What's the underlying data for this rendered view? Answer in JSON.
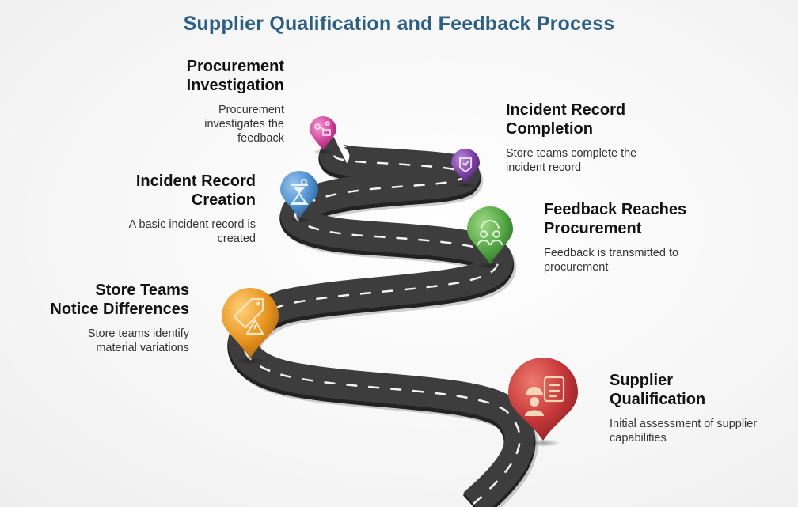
{
  "title": "Supplier Qualification and Feedback Process",
  "colors": {
    "title": "#2c5f86",
    "road": "#3b3b3b",
    "pin_red": "#c7383a",
    "pin_orange": "#e9951f",
    "pin_green": "#55a845",
    "pin_blue": "#4d8fcf",
    "pin_purple": "#7a3fa6",
    "pin_pink": "#d1429c"
  },
  "steps": [
    {
      "title": "Supplier Qualification",
      "description": "Initial assessment of supplier capabilities",
      "icon": "worker-clipboard-icon",
      "color": "red"
    },
    {
      "title": "Store Teams Notice Differences",
      "description": "Store teams identify material variations",
      "icon": "tag-warning-icon",
      "color": "orange"
    },
    {
      "title": "Feedback Reaches Procurement",
      "description": "Feedback is transmitted to procurement",
      "icon": "team-headset-icon",
      "color": "green"
    },
    {
      "title": "Incident Record Creation",
      "description": "A basic incident record is created",
      "icon": "hourglass-icon",
      "color": "blue"
    },
    {
      "title": "Incident Record Completion",
      "description": "Store teams complete the incident record",
      "icon": "badge-check-icon",
      "color": "purple"
    },
    {
      "title": "Procurement Investigation",
      "description": "Procurement investigates the feedback",
      "icon": "flow-network-icon",
      "color": "pink"
    }
  ]
}
